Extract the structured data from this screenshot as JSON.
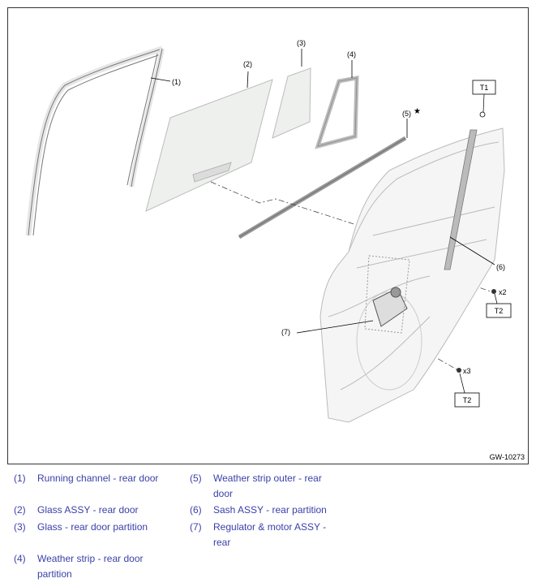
{
  "diagram": {
    "callouts": {
      "c1": "(1)",
      "c2": "(2)",
      "c3": "(3)",
      "c4": "(4)",
      "c5": "(5)",
      "c6": "(6)",
      "c7": "(7)",
      "star": "★",
      "x2": "x2",
      "x3": "x3",
      "t1": "T1",
      "t2a": "T2",
      "t2b": "T2"
    },
    "figure_code": "GW-10273"
  },
  "legend": [
    {
      "num": "(1)",
      "line1": "Running channel - rear door",
      "line2": ""
    },
    {
      "num": "(2)",
      "line1": "Glass ASSY - rear door",
      "line2": ""
    },
    {
      "num": "(3)",
      "line1": "Glass - rear door partition",
      "line2": ""
    },
    {
      "num": "(4)",
      "line1": "Weather strip - rear door",
      "line2": "partition"
    },
    {
      "num": "(5)",
      "line1": "Weather strip outer - rear",
      "line2": "door"
    },
    {
      "num": "(6)",
      "line1": "Sash ASSY - rear partition",
      "line2": ""
    },
    {
      "num": "(7)",
      "line1": "Regulator & motor ASSY -",
      "line2": "rear"
    }
  ]
}
